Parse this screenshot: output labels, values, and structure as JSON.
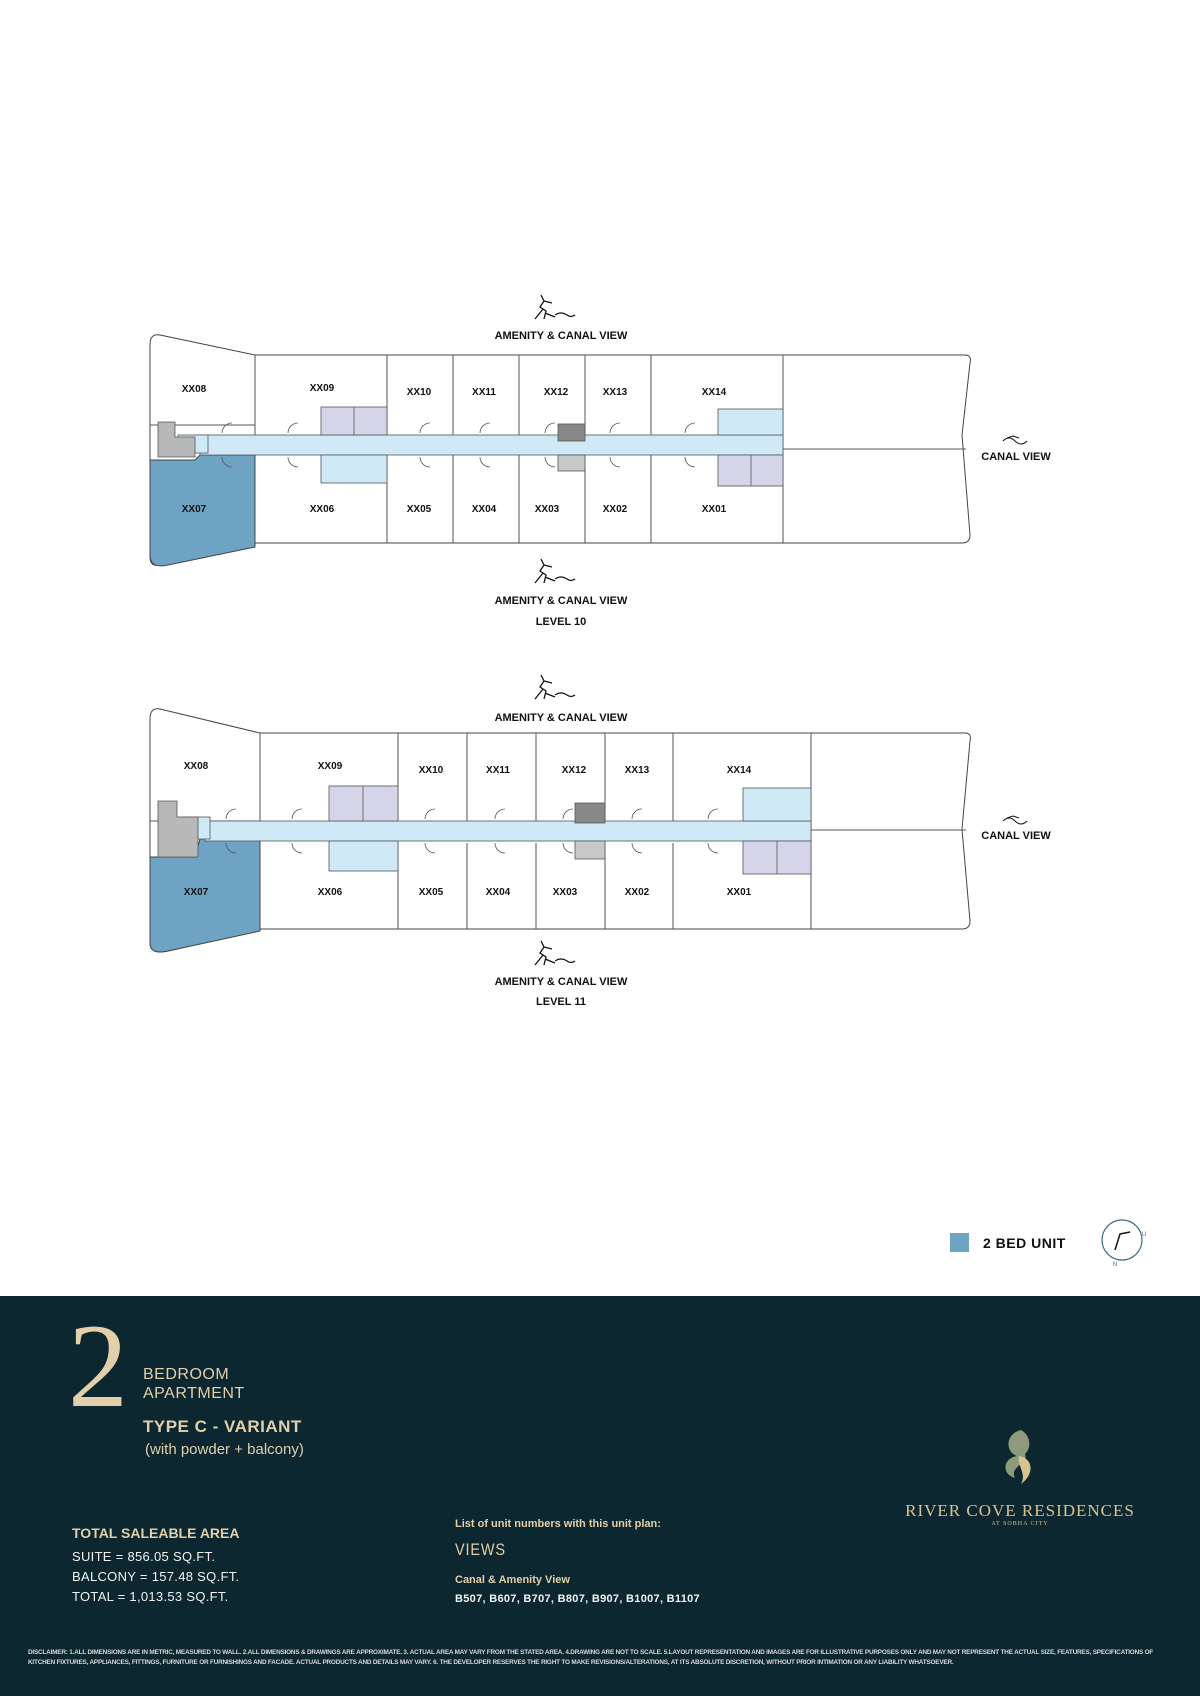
{
  "plans": [
    {
      "level": "LEVEL 10",
      "top_view": "AMENITY & CANAL VIEW",
      "bottom_view": "AMENITY & CANAL VIEW",
      "side_view": "CANAL VIEW",
      "units_top": [
        "XX08",
        "XX09",
        "XX10",
        "XX11",
        "XX12",
        "XX13",
        "XX14"
      ],
      "units_bottom": [
        "XX07",
        "XX06",
        "XX05",
        "XX04",
        "XX03",
        "XX02",
        "XX01"
      ],
      "highlighted_unit": "XX07"
    },
    {
      "level": "LEVEL 11",
      "top_view": "AMENITY & CANAL VIEW",
      "bottom_view": "AMENITY & CANAL VIEW",
      "side_view": "CANAL VIEW",
      "units_top": [
        "XX08",
        "XX09",
        "XX10",
        "XX11",
        "XX12",
        "XX13",
        "XX14"
      ],
      "units_bottom": [
        "XX07",
        "XX06",
        "XX05",
        "XX04",
        "XX03",
        "XX02",
        "XX01"
      ],
      "highlighted_unit": "XX07"
    }
  ],
  "legend": {
    "label": "2 BED UNIT",
    "color": "#6ea3c4"
  },
  "compass": {
    "north": "N",
    "east": "U"
  },
  "colors": {
    "footer_bg": "#0c2730",
    "accent": "#e3cfa9",
    "corridor": "#cfe9f7",
    "core": "#d6d4e8",
    "highlight": "#6ea3c4"
  },
  "apartment": {
    "number": "2",
    "line1": "BEDROOM",
    "line2": "APARTMENT",
    "type": "TYPE C - VARIANT",
    "subtitle": "(with powder + balcony)"
  },
  "area": {
    "title": "TOTAL SALEABLE AREA",
    "suite": "SUITE = 856.05 SQ.FT.",
    "balcony": "BALCONY = 157.48 SQ.FT.",
    "total": "TOTAL = 1,013.53 SQ.FT."
  },
  "unit_list": {
    "title": "List of unit numbers with this unit plan:",
    "views_heading": "VIEWS",
    "view_name": "Canal & Amenity View",
    "units": "B507, B607, B707, B807, B907, B1007, B1107"
  },
  "brand": {
    "name": "RIVER COVE RESIDENCES",
    "sub": "AT SOBHA CITY"
  },
  "disclaimer": "DISCLAIMER: 1.ALL DIMENSIONS ARE IN METRIC, MEASURED TO WALL. 2.ALL DIMENSIONS & DRAWINGS ARE APPROXIMATE. 3. ACTUAL AREA MAY VARY FROM THE STATED AREA. 4.DRAWING ARE NOT TO SCALE. 5.LAYOUT REPRESENTATION AND IMAGES ARE FOR ILLUSTRATIVE PURPOSES ONLY AND MAY NOT REPRESENT THE ACTUAL SIZE, FEATURES, SPECIFICATIONS OF KITCHEN FIXTURES, APPLIANCES, FITTINGS, FURNITURE OR FURNISHINGS AND FACADE. ACTUAL PRODUCTS AND DETAILS MAY VARY. 6. THE DEVELOPER RESERVES THE RIGHT TO MAKE REVISIONS/ALTERATIONS, AT ITS ABSOLUTE DISCRETION, WITHOUT PRIOR INTIMATION OR ANY LIABILITY WHATSOEVER."
}
